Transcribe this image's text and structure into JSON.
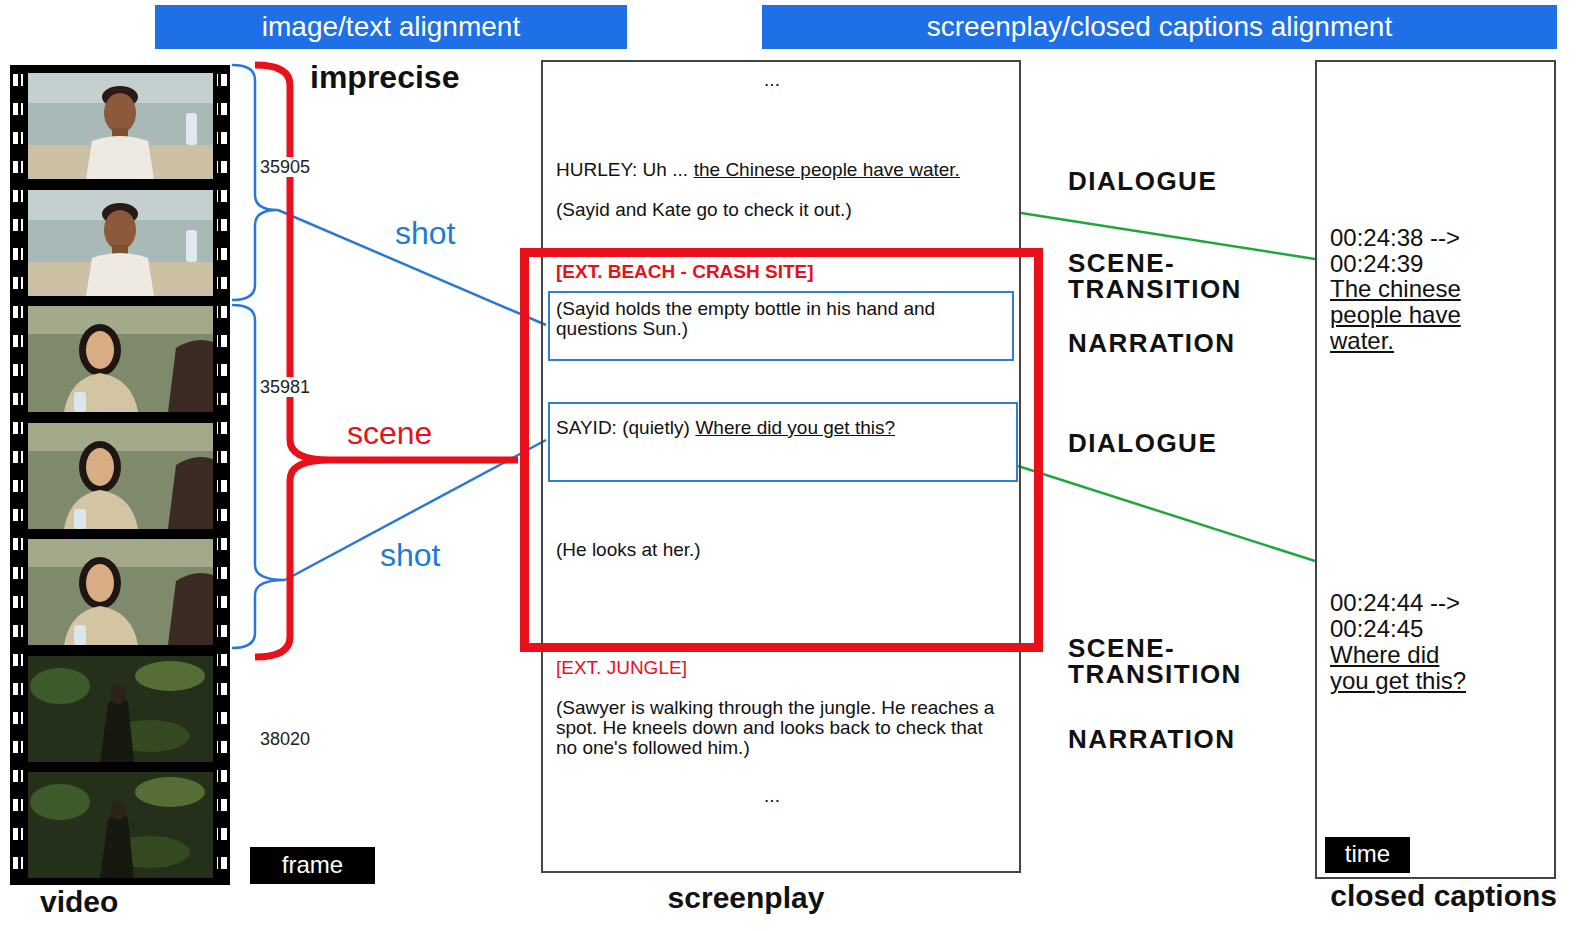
{
  "diagram": {
    "nodes": [
      {
        "text": [
          "image/text alignment"
        ]
      },
      {
        "text": [
          "screenplay/closed captions alignment"
        ]
      },
      {
        "text": [
          "frame"
        ]
      },
      {
        "text": [
          "...",
          "HURLEY: Uh ...",
          "the Chinese people have water.",
          "(Sayid and Kate go to check it out.)",
          "[EXT. JUNGLE]",
          "(Sawyer is walking through the jungle. He reaches a spot. He kneels down and looks back to check that no one's followed him.)",
          "...",
          "screenplay"
        ]
      },
      {
        "text": [
          "[EXT. BEACH - CRASH SITE]",
          "(He looks at her.)"
        ],
        "in": 3
      },
      {
        "text": [
          "(Sayid holds the empty bottle in his hand and questions Sun.)"
        ],
        "in": 4
      },
      {
        "text": [
          "SAYID: (quietly)",
          "Where did you get this?"
        ],
        "in": 4
      },
      {
        "text": [
          "00:24:38 --> 00:24:39",
          "The chinese people have water.",
          "00:24:44 --> 00:24:45",
          "Where did you get this?",
          "closed captions"
        ]
      },
      {
        "text": [
          "time"
        ],
        "in": 7
      }
    ],
    "edges": [
      {
        "from": 3,
        "to": 7,
        "arrow": "none"
      },
      {
        "from": 6,
        "to": 7,
        "arrow": "none"
      }
    ],
    "labels": [
      "imprecise",
      "35905",
      "shot",
      "35981",
      "scene",
      "shot",
      "38020",
      "video",
      "DIALOGUE",
      "SCENE- TRANSITION",
      "NARRATION",
      "DIALOGUE",
      "SCENE- TRANSITION",
      "NARRATION"
    ]
  }
}
